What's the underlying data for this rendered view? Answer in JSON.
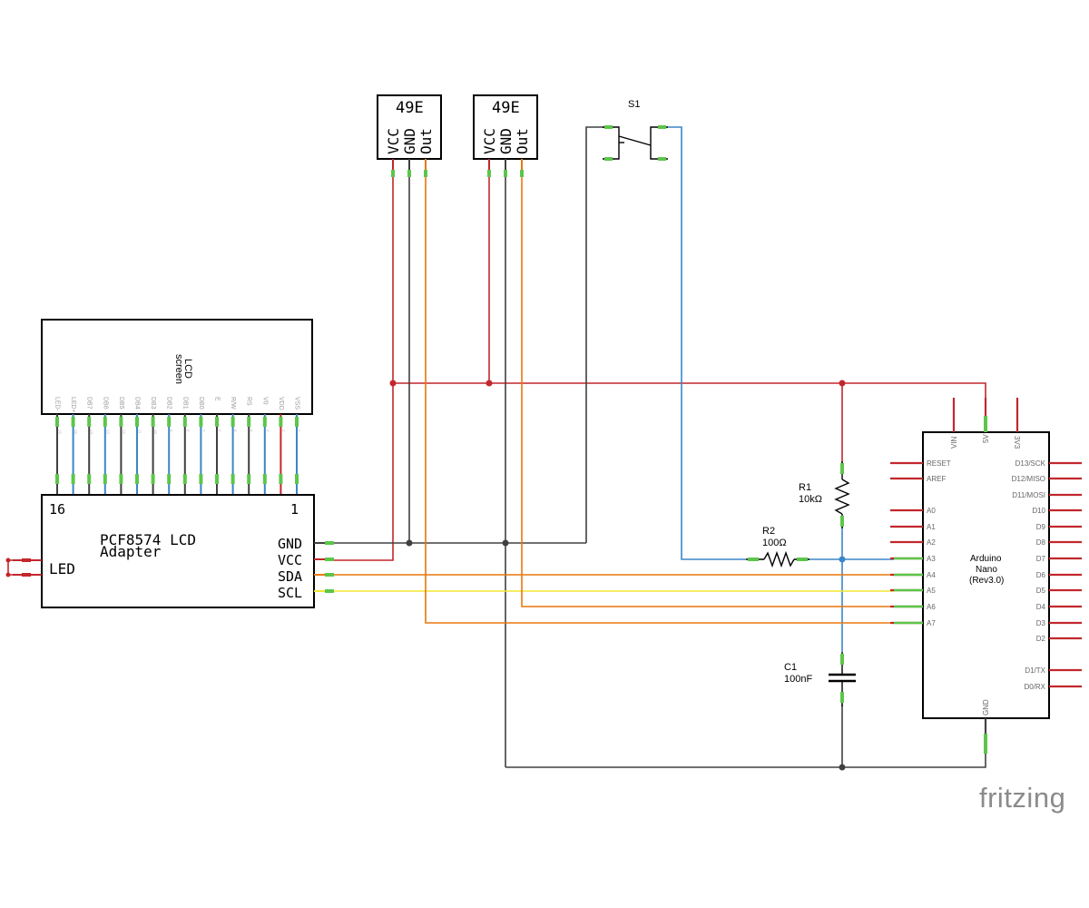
{
  "lcd_screen": {
    "title_line1": "LCD",
    "title_line2": "screen",
    "pins": [
      {
        "label": "LED-",
        "num": "16"
      },
      {
        "label": "LED+",
        "num": "15"
      },
      {
        "label": "DB7",
        "num": "14"
      },
      {
        "label": "DB6",
        "num": "13"
      },
      {
        "label": "DB5",
        "num": "12"
      },
      {
        "label": "DB4",
        "num": "11"
      },
      {
        "label": "DB3",
        "num": "10"
      },
      {
        "label": "DB2",
        "num": "9"
      },
      {
        "label": "DB1",
        "num": "8"
      },
      {
        "label": "DB0",
        "num": "7"
      },
      {
        "label": "E",
        "num": "6"
      },
      {
        "label": "R/W",
        "num": "5"
      },
      {
        "label": "RS",
        "num": "4"
      },
      {
        "label": "V0",
        "num": "3"
      },
      {
        "label": "VDD",
        "num": "2"
      },
      {
        "label": "VSS",
        "num": "1"
      }
    ]
  },
  "adapter": {
    "pin_16": "16",
    "pin_1": "1",
    "title_line1": "PCF8574 LCD",
    "title_line2": "Adapter",
    "led_label": "LED",
    "gnd": "GND",
    "vcc": "VCC",
    "sda": "SDA",
    "scl": "SCL"
  },
  "hall_sensor_1": {
    "part": "49E",
    "vcc": "VCC",
    "gnd": "GND",
    "out": "Out"
  },
  "hall_sensor_2": {
    "part": "49E",
    "vcc": "VCC",
    "gnd": "GND",
    "out": "Out"
  },
  "switch": {
    "name": "S1"
  },
  "r1": {
    "name": "R1",
    "value": "10kΩ"
  },
  "r2": {
    "name": "R2",
    "value": "100Ω"
  },
  "c1": {
    "name": "C1",
    "value": "100nF"
  },
  "nano": {
    "title_line1": "Arduino",
    "title_line2": "Nano",
    "title_line3": "(Rev3.0)",
    "top_pins": [
      "VIN",
      "5V",
      "3V3"
    ],
    "bottom_pin": "GND",
    "left_pins": [
      "RESET",
      "AREF",
      "A0",
      "A1",
      "A2",
      "A3",
      "A4",
      "A5",
      "A6",
      "A7"
    ],
    "right_pins": [
      "D13/SCK",
      "D12/MISO",
      "D11/MOSI",
      "D10",
      "D9",
      "D8",
      "D7",
      "D6",
      "D5",
      "D4",
      "D3",
      "D2",
      "D1/TX",
      "D0/RX"
    ]
  },
  "watermark": "fritzing",
  "colors": {
    "power": "#c2272d",
    "ground": "#404040",
    "analog": "#e8770e",
    "scl": "#f0e531",
    "signal": "#3b86c8",
    "pin_tip": "#5cc64a"
  }
}
